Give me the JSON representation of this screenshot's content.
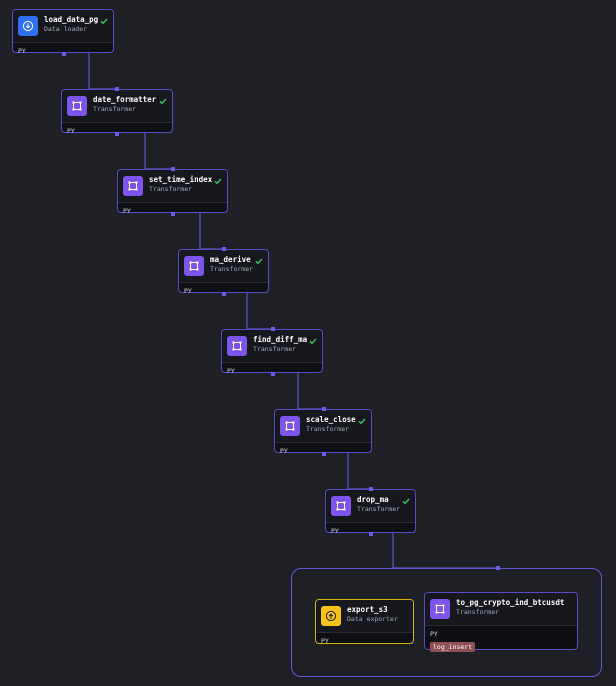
{
  "colors": {
    "background": "#1f2025",
    "edge": "#6c5ce7",
    "loader": "#2f6ff2",
    "transformer": "#7d55ec",
    "exporter": "#f5c218",
    "success_check": "#2fcb6e",
    "tag_background": "#8f5058"
  },
  "blocks": [
    {
      "name": "load_data_pg",
      "type": "Data loader",
      "language": "PY",
      "icon": "download-icon",
      "status": "completed"
    },
    {
      "name": "date_formatter",
      "type": "Transformer",
      "language": "PY",
      "icon": "frame-icon",
      "status": "completed"
    },
    {
      "name": "set_time_index",
      "type": "Transformer",
      "language": "PY",
      "icon": "frame-icon",
      "status": "completed"
    },
    {
      "name": "ma_derive",
      "type": "Transformer",
      "language": "PY",
      "icon": "frame-icon",
      "status": "completed"
    },
    {
      "name": "find_diff_ma",
      "type": "Transformer",
      "language": "PY",
      "icon": "frame-icon",
      "status": "completed"
    },
    {
      "name": "scale_close",
      "type": "Transformer",
      "language": "PY",
      "icon": "frame-icon",
      "status": "completed"
    },
    {
      "name": "drop_ma",
      "type": "Transformer",
      "language": "PY",
      "icon": "frame-icon",
      "status": "completed"
    },
    {
      "name": "export_s3",
      "type": "Data exporter",
      "language": "PY",
      "icon": "upload-icon"
    },
    {
      "name": "to_pg_crypto_ind_btcusdt",
      "type": "Transformer",
      "language": "PY",
      "icon": "frame-icon",
      "tag": "log_insert"
    }
  ],
  "edges": [
    {
      "from": "load_data_pg",
      "to": "date_formatter"
    },
    {
      "from": "date_formatter",
      "to": "set_time_index"
    },
    {
      "from": "set_time_index",
      "to": "ma_derive"
    },
    {
      "from": "ma_derive",
      "to": "find_diff_ma"
    },
    {
      "from": "find_diff_ma",
      "to": "scale_close"
    },
    {
      "from": "scale_close",
      "to": "drop_ma"
    },
    {
      "from": "drop_ma",
      "to": "export_group"
    }
  ]
}
